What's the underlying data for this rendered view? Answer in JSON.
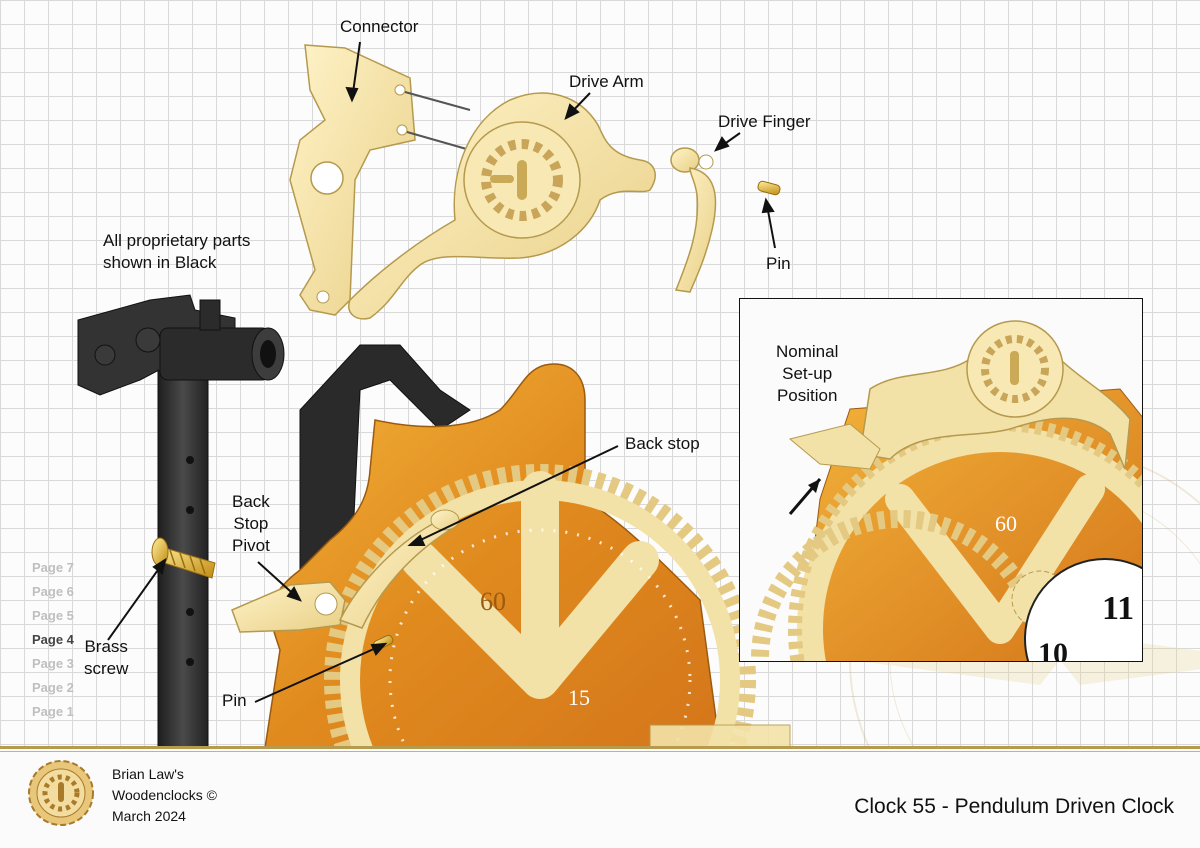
{
  "labels": {
    "connector": "Connector",
    "drive_arm": "Drive Arm",
    "drive_finger": "Drive Finger",
    "pin_top": "Pin",
    "proprietary_1": "All proprietary parts",
    "proprietary_2": "shown in Black",
    "back_stop": "Back stop",
    "back_stop_pivot_1": "Back",
    "back_stop_pivot_2": "Stop",
    "back_stop_pivot_3": "Pivot",
    "brass_screw_1": "Brass",
    "brass_screw_2": "screw",
    "pin_bottom": "Pin",
    "nominal_1": "Nominal",
    "nominal_2": "Set-up",
    "nominal_3": "Position"
  },
  "dial_numbers": {
    "n60": "60",
    "n15": "15",
    "inset_60": "60",
    "inset_11": "11",
    "inset_10": "10"
  },
  "page_nav": [
    {
      "label": "Page 7",
      "active": false
    },
    {
      "label": "Page 6",
      "active": false
    },
    {
      "label": "Page 5",
      "active": false
    },
    {
      "label": "Page 4",
      "active": true
    },
    {
      "label": "Page 3",
      "active": false
    },
    {
      "label": "Page 2",
      "active": false
    },
    {
      "label": "Page 1",
      "active": false
    }
  ],
  "footer": {
    "credit_1": "Brian Law's",
    "credit_2": "Woodenclocks ©",
    "credit_3": "March 2024",
    "title": "Clock 55 - Pendulum Driven Clock"
  },
  "colors": {
    "wood_light": "#f2dfa0",
    "wood_dark": "#e08a1e",
    "proprietary": "#2e2e2e",
    "brass": "#d9a82a",
    "accent_line": "#b69a4e"
  }
}
